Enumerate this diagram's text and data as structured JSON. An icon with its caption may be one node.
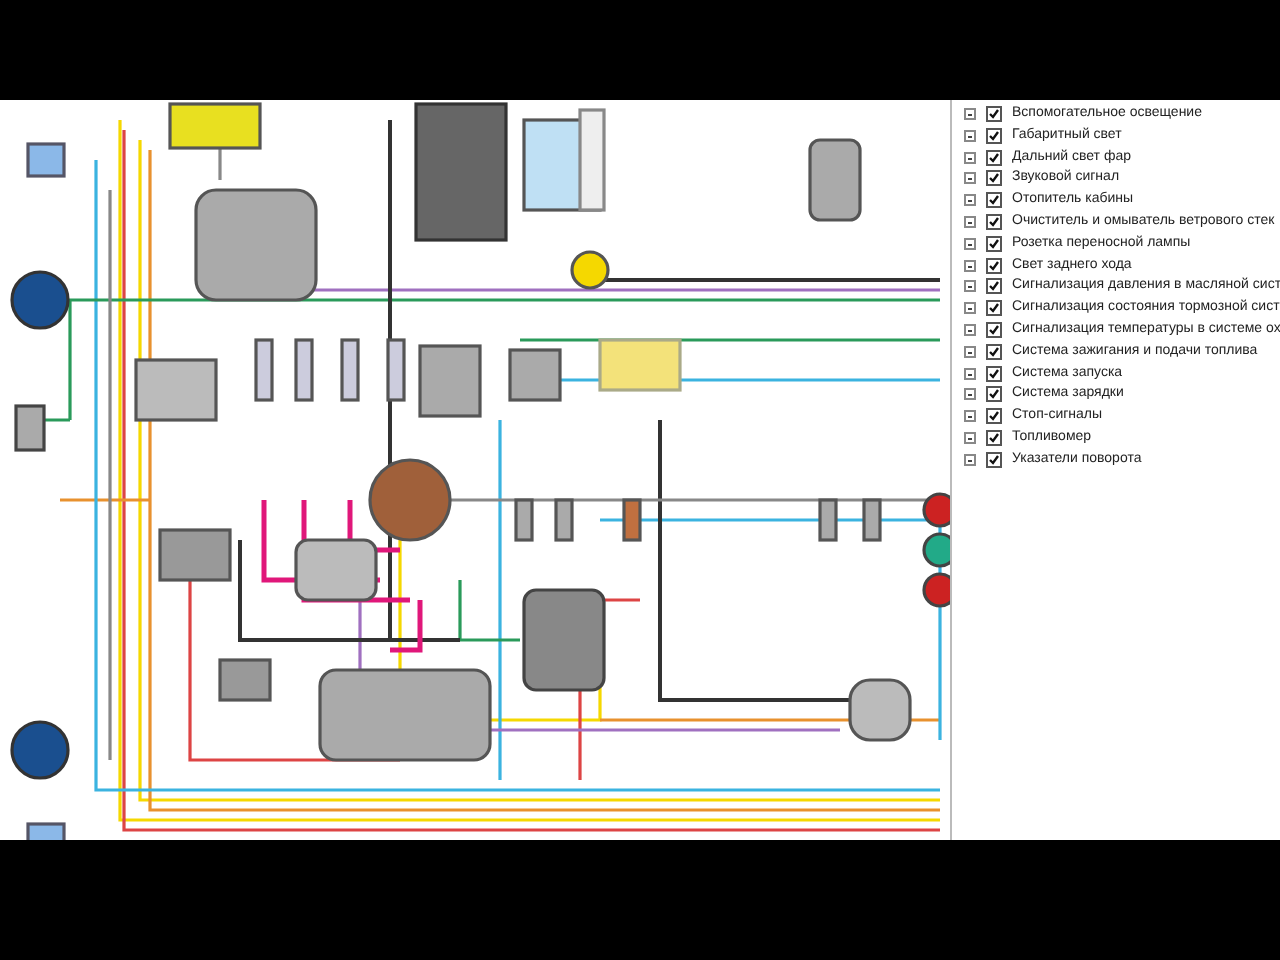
{
  "diagram": {
    "labels": [
      "Вспомогательное освещение",
      "Габаритный свет",
      "Дальний свет фар",
      "Звуковой сигнал",
      "Отопитель кабины",
      "Очиститель и омыватель ветрового стек",
      "Розетка переносной лампы",
      "Свет заднего хода",
      "Сигнализация давления в масляной сист",
      "Сигнализация состояния тормозной сист",
      "Сигнализация температуры в системе ох",
      "Система зажигания и подачи топлива",
      "Система запуска",
      "Система зарядки",
      "Стоп-сигналы",
      "Топливомер",
      "Указатели поворота"
    ]
  }
}
